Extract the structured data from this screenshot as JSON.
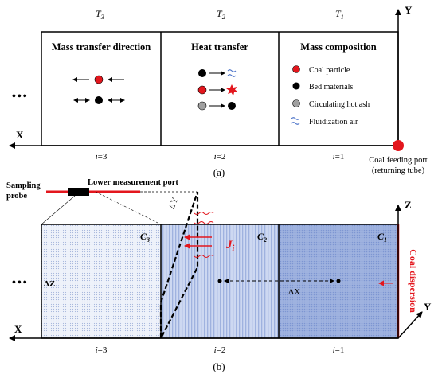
{
  "panel_a": {
    "axis_y": "Y",
    "axis_x": "X",
    "temps": [
      {
        "base": "T",
        "sub": "3"
      },
      {
        "base": "T",
        "sub": "2"
      },
      {
        "base": "T",
        "sub": "1"
      }
    ],
    "headers": [
      "Mass transfer direction",
      "Heat transfer",
      "Mass composition"
    ],
    "ellipsis": "•••",
    "cells": [
      {
        "base": "i",
        "suffix": "=3"
      },
      {
        "base": "i",
        "suffix": "=2"
      },
      {
        "base": "i",
        "suffix": "=1"
      }
    ],
    "legend": [
      "Coal particle",
      "Bed materials",
      "Circulating hot ash",
      "Fluidization air"
    ],
    "feed_label_1": "Coal feeding port",
    "feed_label_2": "(returning tube)",
    "caption": "(a)"
  },
  "panel_b": {
    "lower_port": "Lower measurement port",
    "sampling_1": "Sampling",
    "sampling_2": "probe",
    "delta_y": "ΔY",
    "delta_z": "ΔZ",
    "delta_x": "ΔX",
    "axis_z": "Z",
    "axis_y": "Y",
    "axis_x": "X",
    "ellipsis": "•••",
    "c_labels": [
      {
        "base": "C",
        "sub": "3"
      },
      {
        "base": "C",
        "sub": "2"
      },
      {
        "base": "C",
        "sub": "1"
      }
    ],
    "flux": {
      "base": "J",
      "sub": "i"
    },
    "coal_dispersion": "Coal dispersion",
    "cells": [
      {
        "base": "i",
        "suffix": "=3"
      },
      {
        "base": "i",
        "suffix": "=2"
      },
      {
        "base": "i",
        "suffix": "=1"
      }
    ],
    "caption": "(b)"
  },
  "colors": {
    "red": "#e3161d",
    "coal": "#e3161d",
    "ash": "#a0a0a0",
    "air": "#4d74c9",
    "cell_light": "#e6ecf7",
    "cell_mid": "#c6d3ef",
    "cell_dark": "#98acdc"
  }
}
